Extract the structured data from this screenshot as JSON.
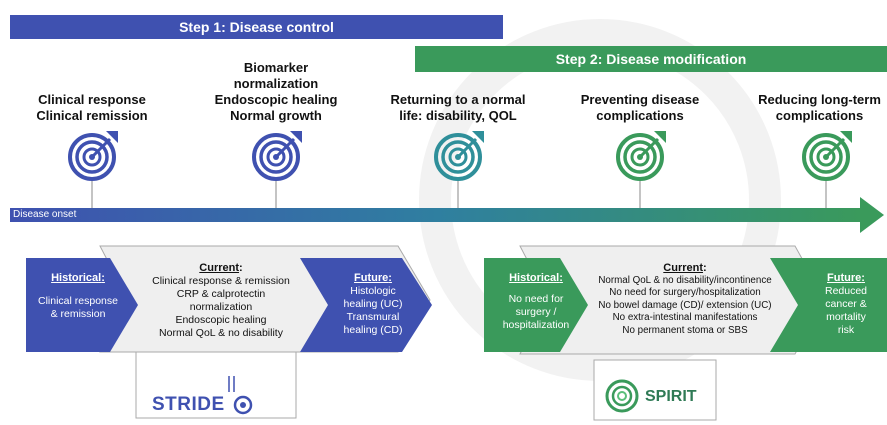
{
  "steps": {
    "step1": "Step 1: Disease control",
    "step2": "Step 2: Disease modification"
  },
  "goals": [
    {
      "lines": [
        "Clinical response",
        "Clinical remission"
      ],
      "color": "#3f51b0"
    },
    {
      "lines": [
        "Biomarker",
        "normalization",
        "Endoscopic healing",
        "Normal growth"
      ],
      "color": "#3f51b0"
    },
    {
      "lines": [
        "Returning to a normal",
        "life: disability, QOL"
      ],
      "color": "#2f8f9a"
    },
    {
      "lines": [
        "Preventing disease",
        "complications"
      ],
      "color": "#3a9a5b"
    },
    {
      "lines": [
        "Reducing long-term",
        "complications"
      ],
      "color": "#3a9a5b"
    }
  ],
  "timeline": {
    "label": "Disease onset"
  },
  "stride": {
    "historical_title": "Historical",
    "historical_suffix": ":",
    "historical_lines": [
      "Clinical response",
      "& remission"
    ],
    "current_title": "Current",
    "current_suffix": ":",
    "current_lines": [
      "Clinical response & remission",
      "CRP & calprotectin",
      "normalization",
      "Endoscopic healing",
      "Normal QoL & no disability"
    ],
    "future_title": "Future",
    "future_suffix": ":",
    "future_lines": [
      "Histologic",
      "healing (UC)",
      "Transmural",
      "healing (CD)"
    ],
    "logo": "STRIDE"
  },
  "spirit": {
    "historical_title": "Historical",
    "historical_suffix": ":",
    "historical_lines": [
      "No need for",
      "surgery /",
      "hospitalization"
    ],
    "current_title": "Current",
    "current_suffix": ":",
    "current_lines": [
      "Normal QoL & no disability/incontinence",
      "No need for surgery/hospitalization",
      "No bowel damage (CD)/ extension (UC)",
      "No extra-intestinal manifestations",
      "No permanent stoma or SBS"
    ],
    "future_title": "Future",
    "future_suffix": ":",
    "future_lines": [
      "Reduced",
      "cancer &",
      "mortality",
      "risk"
    ],
    "logo": "SPIRIT"
  },
  "colors": {
    "blue": "#3f51b0",
    "green": "#3a9a5b",
    "teal": "#2f8f9a",
    "panel_fill": "#efefef"
  }
}
